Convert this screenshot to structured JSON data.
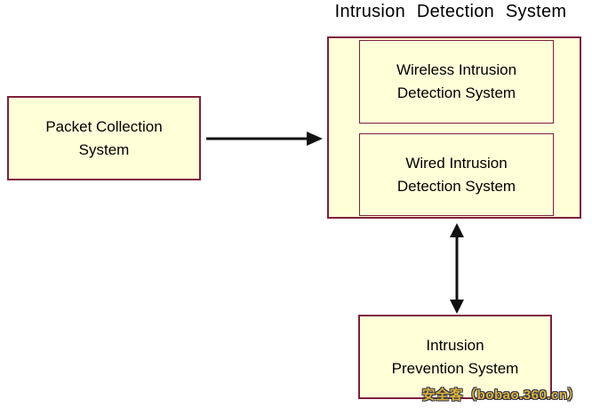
{
  "diagram": {
    "title": "Intrusion Detection System",
    "nodes": {
      "packet_collection_system": {
        "lines": [
          "Packet Collection",
          "System"
        ]
      },
      "wireless_ids": {
        "lines": [
          "Wireless Intrusion",
          "Detection System"
        ]
      },
      "wired_ids": {
        "lines": [
          "Wired Intrusion",
          "Detection System"
        ]
      },
      "intrusion_prevention_system": {
        "lines": [
          "Intrusion",
          "Prevention System"
        ]
      }
    },
    "connections": [
      {
        "from": "packet_collection_system",
        "to": "intrusion_detection_group",
        "type": "single-arrow"
      },
      {
        "from": "intrusion_detection_group",
        "to": "intrusion_prevention_system",
        "type": "double-arrow"
      }
    ],
    "colors": {
      "box_fill": "#FFFFD8",
      "box_border": "#7E2040",
      "arrow": "#111111",
      "title_text": "#000000",
      "watermark_fill": "#D8B23A"
    },
    "watermark": "安全客（bobao.360.cn）"
  }
}
